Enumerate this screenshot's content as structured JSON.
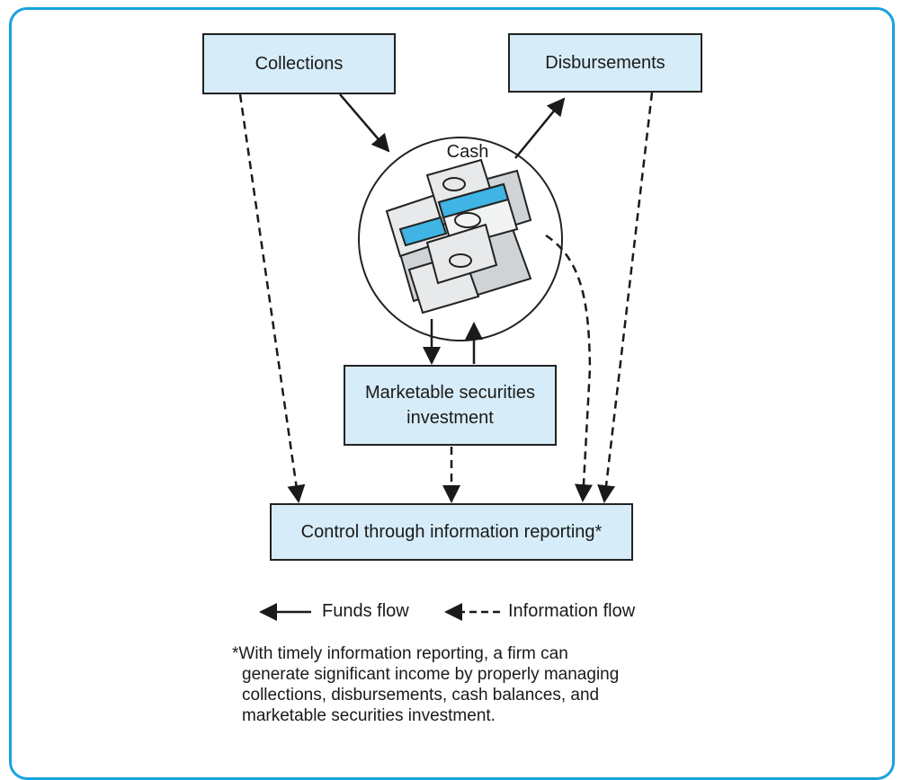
{
  "boxes": {
    "collections": "Collections",
    "disbursements": "Disbursements",
    "marketable_line1": "Marketable securities",
    "marketable_line2": "investment",
    "control": "Control through information reporting*"
  },
  "cash_label": "Cash",
  "legend": {
    "funds": "Funds flow",
    "info": "Information flow"
  },
  "footnote": [
    "*With timely information reporting, a firm can",
    "generate significant income by properly managing",
    "collections, disbursements, cash balances, and",
    "marketable securities investment."
  ],
  "colors": {
    "frame": "#1aa3dd",
    "box_fill": "#d6ecf8",
    "money_blue": "#3fb4e5"
  },
  "icons": [
    "money-stacks-icon"
  ]
}
